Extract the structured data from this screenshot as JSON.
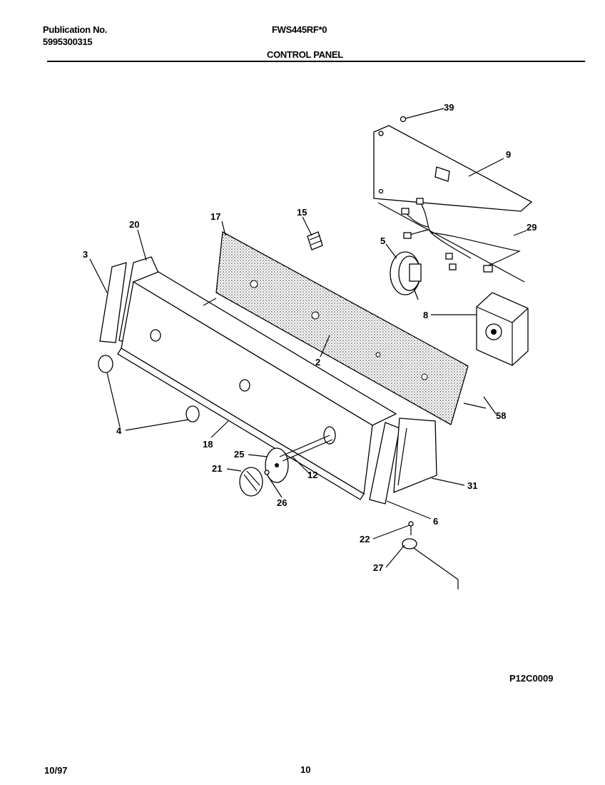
{
  "header": {
    "publication_label": "Publication No.",
    "publication_number": "5995300315",
    "model": "FWS445RF*0",
    "section_title": "CONTROL PANEL"
  },
  "callouts": {
    "c39": "39",
    "c9": "9",
    "c29": "29",
    "c15": "15",
    "c17": "17",
    "c5": "5",
    "c20": "20",
    "c3": "3",
    "c8": "8",
    "c2": "2",
    "c58": "58",
    "c4": "4",
    "c18": "18",
    "c25": "25",
    "c21": "21",
    "c12": "12",
    "c31": "31",
    "c26": "26",
    "c6": "6",
    "c22": "22",
    "c27": "27"
  },
  "footer": {
    "figure_code": "P12C0009",
    "date": "10/97",
    "page_number": "10"
  }
}
